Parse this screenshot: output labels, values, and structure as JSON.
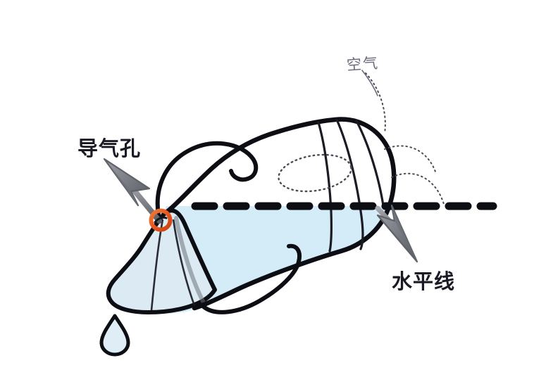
{
  "figure": {
    "title": "baby-bottle-air-vent-diagram",
    "background_color": "#ffffff"
  },
  "labels": {
    "vent": "导气孔",
    "air": "空气",
    "horizon": "水平线"
  },
  "colors": {
    "outline": "#0d0d14",
    "liquid": "#d4ecf8",
    "nipple": "#dcebf3",
    "highlight_ring": "#e8571f",
    "arrow_gray": "#8d9096",
    "arrow_gray_dark": "#5f6268",
    "air_text": "#6b6b7d",
    "dotted_flow": "#4a4a55"
  },
  "elements": {
    "bottle": "tilted-baby-bottle",
    "liquid_level": "horizontal-dashed-line",
    "vent_hole_marker": "orange-ring",
    "droplet": "water-drop",
    "handles": [
      "upper-handle-loop",
      "lower-handle-loop"
    ],
    "air_flow_arcs": 3,
    "dotted_ellipse": "inner-bottle-ellipse"
  }
}
